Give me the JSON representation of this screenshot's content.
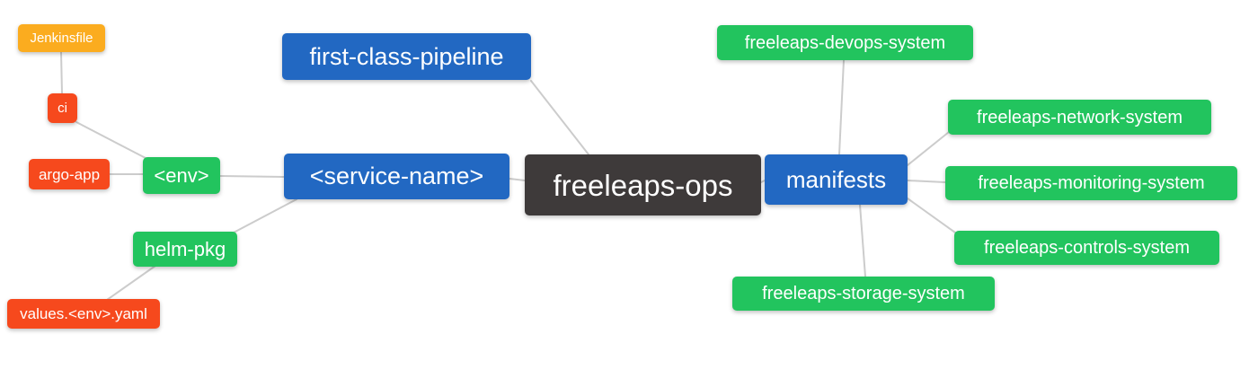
{
  "diagram": {
    "type": "mindmap",
    "root_label": "freeleaps-ops",
    "colors": {
      "root_bg": "#3e3a3a",
      "level1_bg": "#2268c2",
      "level2_bg": "#22c45e",
      "level3_bg": "#f6491d",
      "level4_bg": "#fbac1f",
      "edge": "#cccccc",
      "text": "#ffffff",
      "background": "#ffffff"
    },
    "nodes": [
      {
        "id": "jenkinsfile",
        "label": "Jenkinsfile",
        "level": "level4"
      },
      {
        "id": "ci",
        "label": "ci",
        "level": "level3"
      },
      {
        "id": "argo-app",
        "label": "argo-app",
        "level": "level3"
      },
      {
        "id": "env",
        "label": "<env>",
        "level": "level2"
      },
      {
        "id": "helm-pkg",
        "label": "helm-pkg",
        "level": "level2"
      },
      {
        "id": "values-env-yaml",
        "label": "values.<env>.yaml",
        "level": "level3"
      },
      {
        "id": "first-class-pipeline",
        "label": "first-class-pipeline",
        "level": "level1"
      },
      {
        "id": "service-name",
        "label": "<service-name>",
        "level": "level1"
      },
      {
        "id": "freeleaps-ops",
        "label": "freeleaps-ops",
        "level": "root"
      },
      {
        "id": "manifests",
        "label": "manifests",
        "level": "level1"
      },
      {
        "id": "devops-system",
        "label": "freeleaps-devops-system",
        "level": "level2"
      },
      {
        "id": "network-system",
        "label": "freeleaps-network-system",
        "level": "level2"
      },
      {
        "id": "monitoring-system",
        "label": "freeleaps-monitoring-system",
        "level": "level2"
      },
      {
        "id": "controls-system",
        "label": "freeleaps-controls-system",
        "level": "level2"
      },
      {
        "id": "storage-system",
        "label": "freeleaps-storage-system",
        "level": "level2"
      }
    ],
    "edges": [
      {
        "from": "freeleaps-ops",
        "to": "first-class-pipeline"
      },
      {
        "from": "freeleaps-ops",
        "to": "service-name"
      },
      {
        "from": "freeleaps-ops",
        "to": "manifests"
      },
      {
        "from": "service-name",
        "to": "env"
      },
      {
        "from": "service-name",
        "to": "helm-pkg"
      },
      {
        "from": "env",
        "to": "ci"
      },
      {
        "from": "env",
        "to": "argo-app"
      },
      {
        "from": "ci",
        "to": "jenkinsfile"
      },
      {
        "from": "helm-pkg",
        "to": "values-env-yaml"
      },
      {
        "from": "manifests",
        "to": "devops-system"
      },
      {
        "from": "manifests",
        "to": "network-system"
      },
      {
        "from": "manifests",
        "to": "monitoring-system"
      },
      {
        "from": "manifests",
        "to": "controls-system"
      },
      {
        "from": "manifests",
        "to": "storage-system"
      }
    ]
  }
}
